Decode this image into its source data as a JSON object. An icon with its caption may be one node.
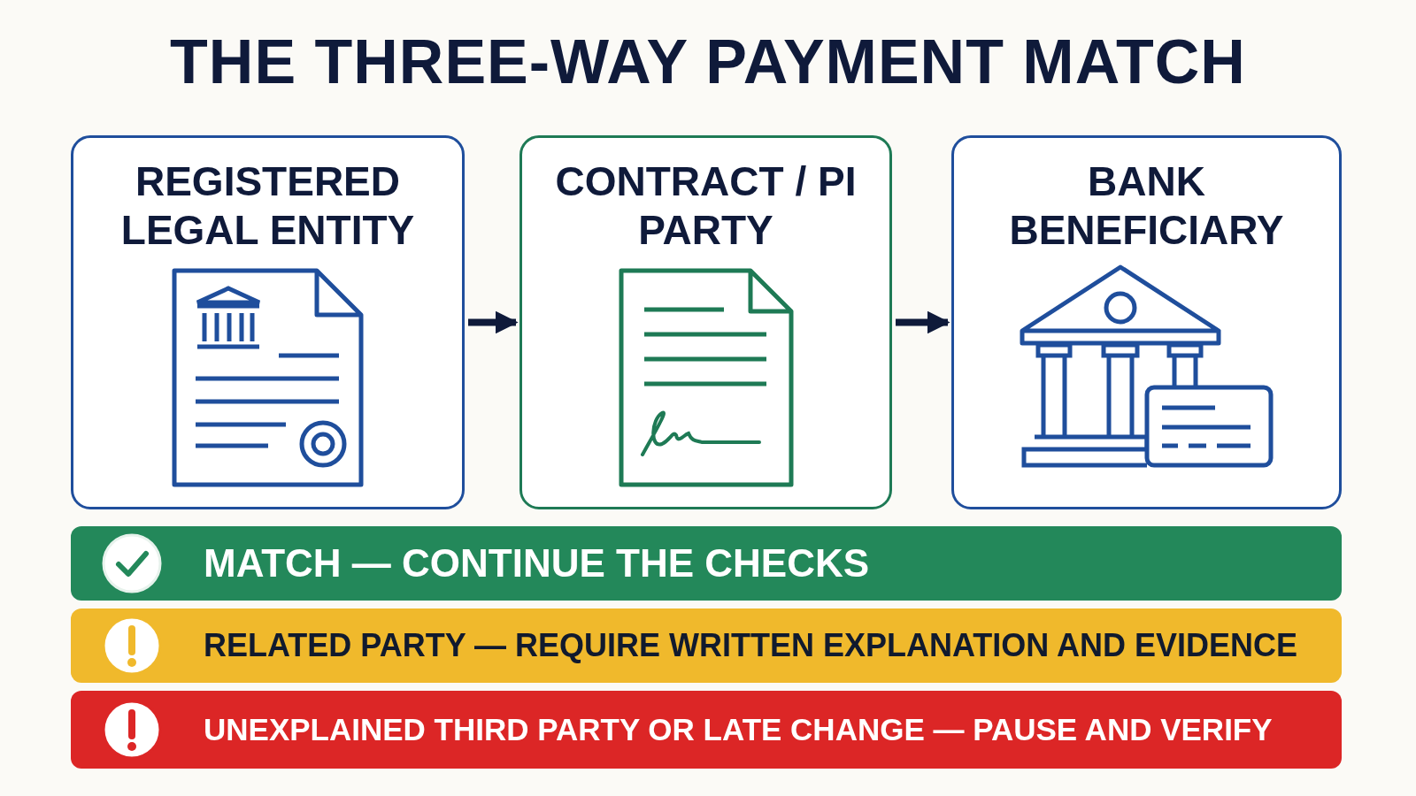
{
  "diagram": {
    "title": "THE THREE-WAY PAYMENT MATCH",
    "nodes": [
      {
        "text": [
          "REGISTERED LEGAL ENTITY"
        ]
      },
      {
        "text": [
          "CONTRACT / PI PARTY"
        ]
      },
      {
        "text": [
          "BANK BENEFICIARY"
        ]
      },
      {
        "text": [
          "MATCH — CONTINUE THE CHECKS"
        ]
      },
      {
        "text": [
          "RELATED PARTY — REQUIRE WRITTEN EXPLANATION AND EVIDENCE"
        ]
      },
      {
        "text": [
          "UNEXPLAINED THIRD PARTY OR LATE CHANGE — PAUSE AND VERIFY"
        ]
      }
    ],
    "edges": [
      {
        "from": 0,
        "to": 1,
        "arrow": "to"
      },
      {
        "from": 1,
        "to": 2,
        "arrow": "to"
      }
    ]
  }
}
